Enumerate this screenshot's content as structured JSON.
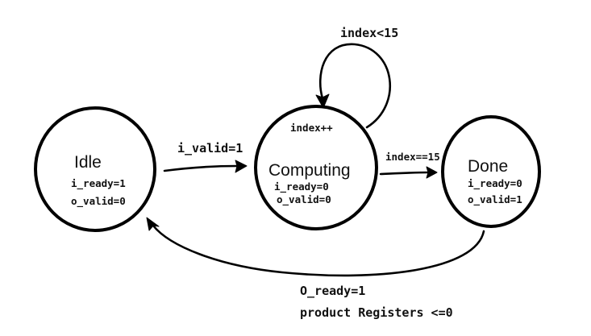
{
  "states": [
    {
      "id": "idle",
      "name": "Idle",
      "outputs": [
        "i_ready=1",
        "o_valid=0"
      ],
      "entry_action": ""
    },
    {
      "id": "computing",
      "name": "Computing",
      "outputs": [
        "i_ready=0",
        "o_valid=0"
      ],
      "entry_action": "index++"
    },
    {
      "id": "done",
      "name": "Done",
      "outputs": [
        "i_ready=0",
        "o_valid=1"
      ],
      "entry_action": ""
    }
  ],
  "transitions": [
    {
      "id": "idle-to-computing",
      "from": "Idle",
      "to": "Computing",
      "label_lines": [
        "i_valid=1"
      ]
    },
    {
      "id": "computing-self-loop",
      "from": "Computing",
      "to": "Computing",
      "label_lines": [
        "index<15"
      ]
    },
    {
      "id": "computing-to-done",
      "from": "Computing",
      "to": "Done",
      "label_lines": [
        "index==15"
      ]
    },
    {
      "id": "done-to-idle",
      "from": "Done",
      "to": "Idle",
      "label_lines": [
        "O_ready=1",
        "product Registers <=0"
      ]
    }
  ],
  "colors": {
    "ink": "#000000",
    "background": "#ffffff"
  }
}
